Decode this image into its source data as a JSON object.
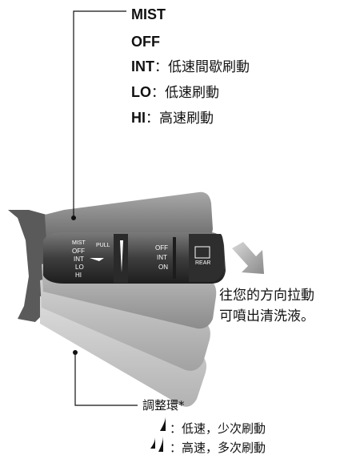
{
  "modes": [
    {
      "code": "MIST",
      "sep": "",
      "desc": ""
    },
    {
      "code": "OFF",
      "sep": "",
      "desc": ""
    },
    {
      "code": "INT",
      "sep": "：",
      "desc": "低速間歇刷動"
    },
    {
      "code": "LO",
      "sep": "：",
      "desc": "低速刷動"
    },
    {
      "code": "HI",
      "sep": "：",
      "desc": "高速刷動"
    }
  ],
  "caption": {
    "line1": "往您的方向拉動",
    "line2": "可噴出清洗液。"
  },
  "adjust_ring": {
    "label": "調整環*"
  },
  "legend": [
    {
      "icon": "single-drop-icon",
      "sep": "：",
      "text": "低速，少次刷動"
    },
    {
      "icon": "double-drop-icon",
      "sep": "：",
      "text": "高速，多次刷動"
    }
  ],
  "stalk_labels": {
    "mist": "MIST",
    "pull": "PULL",
    "off": "OFF",
    "int": "INT",
    "lo": "LO",
    "hi": "HI",
    "on": "ON",
    "rear": "REAR"
  }
}
